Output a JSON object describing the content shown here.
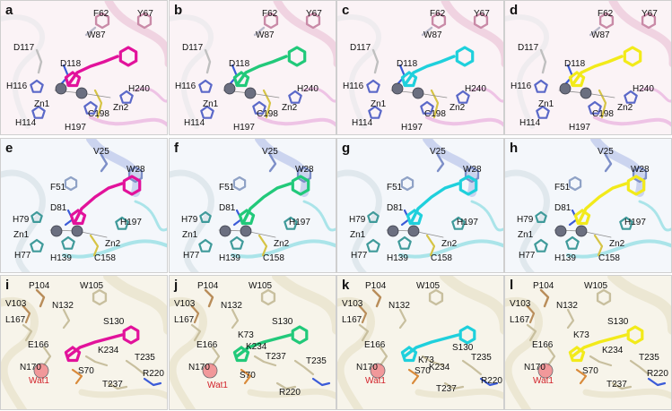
{
  "colors": {
    "row1_bg": "#fbf3f6",
    "row2_bg": "#f4f7fb",
    "row3_bg": "#f7f4ea",
    "zinc": "#6b6f80",
    "ligand_a": "#e2129b",
    "ligand_b": "#22c97a",
    "ligand_c": "#1fd0dc",
    "ligand_d": "#f2ea1a",
    "water": "#f07a80"
  },
  "panels": [
    {
      "label": "a",
      "row": 1,
      "ligand": "#e2129b",
      "labels": {
        "F62": "F62",
        "Y67": "Y67",
        "W87": "W87",
        "D117": "D117",
        "D118": "D118",
        "H116": "H116",
        "H240": "H240",
        "Zn1": "Zn1",
        "Zn2": "Zn2",
        "C198": "C198",
        "H114": "H114",
        "H197": "H197"
      }
    },
    {
      "label": "b",
      "row": 1,
      "ligand": "#22c97a",
      "labels": {
        "F62": "F62",
        "Y67": "Y67",
        "W87": "W87",
        "D117": "D117",
        "D118": "D118",
        "H116": "H116",
        "H240": "H240",
        "Zn1": "Zn1",
        "Zn2": "Zn2",
        "C198": "C198",
        "H114": "H114",
        "H197": "H197"
      }
    },
    {
      "label": "c",
      "row": 1,
      "ligand": "#1fd0dc",
      "labels": {
        "F62": "F62",
        "Y67": "Y67",
        "W87": "W87",
        "D117": "D117",
        "D118": "D118",
        "H116": "H116",
        "H240": "H240",
        "Zn1": "Zn1",
        "Zn2": "Zn2",
        "C198": "C198",
        "H114": "H114",
        "H197": "H197"
      }
    },
    {
      "label": "d",
      "row": 1,
      "ligand": "#f2ea1a",
      "labels": {
        "F62": "F62",
        "Y67": "Y67",
        "W87": "W87",
        "D117": "D117",
        "D118": "D118",
        "H116": "H116",
        "H240": "H240",
        "Zn1": "Zn1",
        "Zn2": "Zn2",
        "C198": "C198",
        "H114": "H114",
        "H197": "H197"
      }
    },
    {
      "label": "e",
      "row": 2,
      "ligand": "#e2129b",
      "labels": {
        "V25": "V25",
        "W28": "W28",
        "F51": "F51",
        "D81": "D81",
        "H79": "H79",
        "H197": "H197",
        "Zn1": "Zn1",
        "Zn2": "Zn2",
        "H77": "H77",
        "H139": "H139",
        "C158": "C158"
      }
    },
    {
      "label": "f",
      "row": 2,
      "ligand": "#22c97a",
      "labels": {
        "V25": "V25",
        "W28": "W28",
        "F51": "F51",
        "D81": "D81",
        "H79": "H79",
        "H197": "H197",
        "Zn1": "Zn1",
        "Zn2": "Zn2",
        "H77": "H77",
        "H139": "H139",
        "C158": "C158"
      }
    },
    {
      "label": "g",
      "row": 2,
      "ligand": "#1fd0dc",
      "labels": {
        "V25": "V25",
        "W28": "W28",
        "F51": "F51",
        "D81": "D81",
        "H79": "H79",
        "H197": "H197",
        "Zn1": "Zn1",
        "Zn2": "Zn2",
        "H77": "H77",
        "H139": "H139",
        "C158": "C158"
      }
    },
    {
      "label": "h",
      "row": 2,
      "ligand": "#f2ea1a",
      "labels": {
        "V25": "V25",
        "W28": "W28",
        "F51": "F51",
        "D81": "D81",
        "H79": "H79",
        "H197": "H197",
        "Zn1": "Zn1",
        "Zn2": "Zn2",
        "H77": "H77",
        "H139": "H139",
        "C158": "C158"
      }
    },
    {
      "label": "i",
      "row": 3,
      "ligand": "#e2129b",
      "labels": {
        "P104": "P104",
        "W105": "W105",
        "V103": "V103",
        "N132": "N132",
        "L167": "L167",
        "S130": "S130",
        "E166": "E166",
        "K234": "K234",
        "T235": "T235",
        "N170": "N170",
        "S70": "S70",
        "R220": "R220",
        "Wat1": "Wat1",
        "T237": "T237"
      }
    },
    {
      "label": "j",
      "row": 3,
      "ligand": "#22c97a",
      "labels": {
        "P104": "P104",
        "W105": "W105",
        "V103": "V103",
        "N132": "N132",
        "L167": "L167",
        "S130": "S130",
        "E166": "E166",
        "K73": "K73",
        "K234": "K234",
        "T237": "T237",
        "T235": "T235",
        "N170": "N170",
        "S70": "S70",
        "Wat1": "Wat1",
        "R220": "R220"
      }
    },
    {
      "label": "k",
      "row": 3,
      "ligand": "#1fd0dc",
      "labels": {
        "P104": "P104",
        "W105": "W105",
        "V103": "V103",
        "N132": "N132",
        "L167": "L167",
        "S130": "S130",
        "E166": "E166",
        "K73": "K73",
        "K234": "K234",
        "T235": "T235",
        "N170": "N170",
        "S70": "S70",
        "R220": "R220",
        "Wat1": "Wat1",
        "T237": "T237"
      }
    },
    {
      "label": "l",
      "row": 3,
      "ligand": "#f2ea1a",
      "labels": {
        "P104": "P104",
        "W105": "W105",
        "V103": "V103",
        "N132": "N132",
        "L167": "L167",
        "S130": "S130",
        "K73": "K73",
        "E166": "E166",
        "K234": "K234",
        "T235": "T235",
        "N170": "N170",
        "S70": "S70",
        "R220": "R220",
        "Wat1": "Wat1",
        "T237": "T237"
      }
    }
  ]
}
